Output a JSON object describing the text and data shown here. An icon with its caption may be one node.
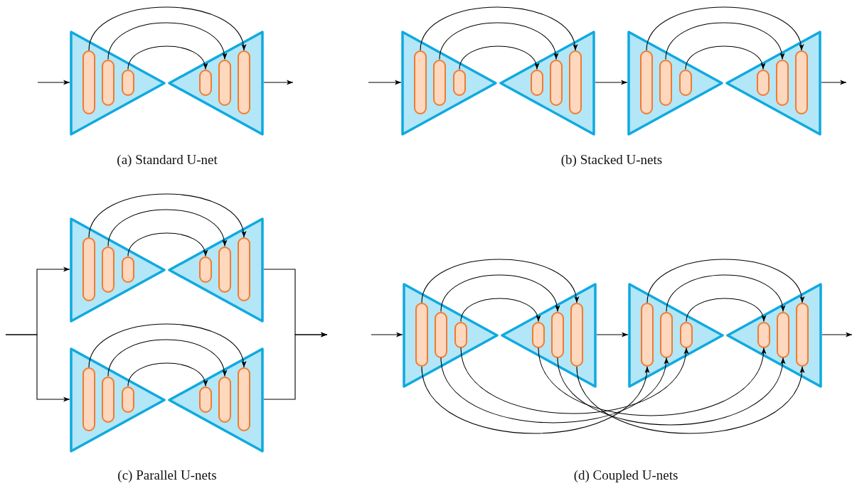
{
  "diagram": {
    "nodes": [
      {
        "text": [],
        "shape": "triangle"
      },
      {
        "text": [],
        "shape": "bar",
        "in": 0
      },
      {
        "text": [],
        "shape": "bar",
        "in": 0
      },
      {
        "text": [],
        "shape": "bar",
        "in": 0
      },
      {
        "text": [],
        "shape": "triangle"
      },
      {
        "text": [],
        "shape": "bar",
        "in": 4
      },
      {
        "text": [],
        "shape": "bar",
        "in": 4
      },
      {
        "text": [],
        "shape": "bar",
        "in": 4
      },
      {
        "text": [],
        "shape": "triangle"
      },
      {
        "text": [],
        "shape": "bar",
        "in": 8
      },
      {
        "text": [],
        "shape": "bar",
        "in": 8
      },
      {
        "text": [],
        "shape": "bar",
        "in": 8
      },
      {
        "text": [],
        "shape": "triangle"
      },
      {
        "text": [],
        "shape": "bar",
        "in": 12
      },
      {
        "text": [],
        "shape": "bar",
        "in": 12
      },
      {
        "text": [],
        "shape": "bar",
        "in": 12
      },
      {
        "text": [],
        "shape": "triangle"
      },
      {
        "text": [],
        "shape": "bar",
        "in": 16
      },
      {
        "text": [],
        "shape": "bar",
        "in": 16
      },
      {
        "text": [],
        "shape": "bar",
        "in": 16
      },
      {
        "text": [],
        "shape": "triangle"
      },
      {
        "text": [],
        "shape": "bar",
        "in": 20
      },
      {
        "text": [],
        "shape": "bar",
        "in": 20
      },
      {
        "text": [],
        "shape": "bar",
        "in": 20
      },
      {
        "text": [],
        "shape": "triangle"
      },
      {
        "text": [],
        "shape": "bar",
        "in": 24
      },
      {
        "text": [],
        "shape": "bar",
        "in": 24
      },
      {
        "text": [],
        "shape": "bar",
        "in": 24
      },
      {
        "text": [],
        "shape": "triangle"
      },
      {
        "text": [],
        "shape": "bar",
        "in": 28
      },
      {
        "text": [],
        "shape": "bar",
        "in": 28
      },
      {
        "text": [],
        "shape": "bar",
        "in": 28
      },
      {
        "text": [],
        "shape": "triangle"
      },
      {
        "text": [],
        "shape": "bar",
        "in": 32
      },
      {
        "text": [],
        "shape": "bar",
        "in": 32
      },
      {
        "text": [],
        "shape": "bar",
        "in": 32
      },
      {
        "text": [],
        "shape": "triangle"
      },
      {
        "text": [],
        "shape": "bar",
        "in": 36
      },
      {
        "text": [],
        "shape": "bar",
        "in": 36
      },
      {
        "text": [],
        "shape": "bar",
        "in": 36
      },
      {
        "text": [],
        "shape": "triangle"
      },
      {
        "text": [],
        "shape": "bar",
        "in": 40
      },
      {
        "text": [],
        "shape": "bar",
        "in": 40
      },
      {
        "text": [],
        "shape": "bar",
        "in": 40
      },
      {
        "text": [],
        "shape": "triangle"
      },
      {
        "text": [],
        "shape": "bar",
        "in": 44
      },
      {
        "text": [],
        "shape": "bar",
        "in": 44
      },
      {
        "text": [],
        "shape": "bar",
        "in": 44
      },
      {
        "text": [],
        "shape": "triangle"
      },
      {
        "text": [],
        "shape": "bar",
        "in": 48
      },
      {
        "text": [],
        "shape": "bar",
        "in": 48
      },
      {
        "text": [],
        "shape": "bar",
        "in": 48
      },
      {
        "text": [],
        "shape": "triangle"
      },
      {
        "text": [],
        "shape": "bar",
        "in": 52
      },
      {
        "text": [],
        "shape": "bar",
        "in": 52
      },
      {
        "text": [],
        "shape": "bar",
        "in": 52
      }
    ],
    "edges": [
      {
        "from": null,
        "to": 0,
        "arrow": "to"
      },
      {
        "from": 1,
        "to": 7,
        "arrow": "to"
      },
      {
        "from": 2,
        "to": 6,
        "arrow": "to"
      },
      {
        "from": 3,
        "to": 5,
        "arrow": "to"
      },
      {
        "from": 4,
        "to": null,
        "arrow": "to"
      },
      {
        "from": null,
        "to": 8,
        "arrow": "to"
      },
      {
        "from": 9,
        "to": 15,
        "arrow": "to"
      },
      {
        "from": 10,
        "to": 14,
        "arrow": "to"
      },
      {
        "from": 11,
        "to": 13,
        "arrow": "to"
      },
      {
        "from": 12,
        "to": 16,
        "arrow": "to"
      },
      {
        "from": 17,
        "to": 23,
        "arrow": "to"
      },
      {
        "from": 18,
        "to": 22,
        "arrow": "to"
      },
      {
        "from": 19,
        "to": 21,
        "arrow": "to"
      },
      {
        "from": 20,
        "to": null,
        "arrow": "to"
      },
      {
        "from": null,
        "to": 24,
        "arrow": "to"
      },
      {
        "from": null,
        "to": 32,
        "arrow": "to"
      },
      {
        "from": 25,
        "to": 31,
        "arrow": "to"
      },
      {
        "from": 26,
        "to": 30,
        "arrow": "to"
      },
      {
        "from": 27,
        "to": 29,
        "arrow": "to"
      },
      {
        "from": 33,
        "to": 39,
        "arrow": "to"
      },
      {
        "from": 34,
        "to": 38,
        "arrow": "to"
      },
      {
        "from": 35,
        "to": 37,
        "arrow": "to"
      },
      {
        "from": 28,
        "to": null,
        "arrow": "to"
      },
      {
        "from": 36,
        "to": null,
        "arrow": "to"
      },
      {
        "from": null,
        "to": 40,
        "arrow": "to"
      },
      {
        "from": 41,
        "to": 47,
        "arrow": "to"
      },
      {
        "from": 42,
        "to": 46,
        "arrow": "to"
      },
      {
        "from": 43,
        "to": 45,
        "arrow": "to"
      },
      {
        "from": 44,
        "to": 48,
        "arrow": "to"
      },
      {
        "from": 49,
        "to": 55,
        "arrow": "to"
      },
      {
        "from": 50,
        "to": 54,
        "arrow": "to"
      },
      {
        "from": 51,
        "to": 53,
        "arrow": "to"
      },
      {
        "from": 52,
        "to": null,
        "arrow": "to"
      },
      {
        "from": 41,
        "to": 49,
        "arrow": "to"
      },
      {
        "from": 42,
        "to": 50,
        "arrow": "to"
      },
      {
        "from": 43,
        "to": 51,
        "arrow": "to"
      },
      {
        "from": 45,
        "to": 53,
        "arrow": "to"
      },
      {
        "from": 46,
        "to": 54,
        "arrow": "to"
      },
      {
        "from": 47,
        "to": 55,
        "arrow": "to"
      }
    ],
    "labels": [
      "(a) Standard U-net",
      "(b) Stacked U-nets",
      "(c) Parallel U-nets",
      "(d) Coupled U-nets"
    ]
  }
}
